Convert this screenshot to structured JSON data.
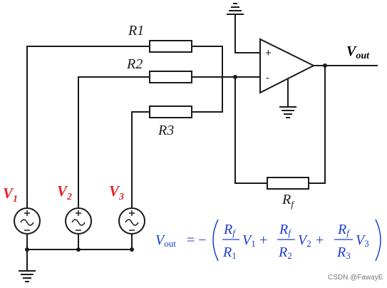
{
  "components": {
    "r1": "R1",
    "r2": "R2",
    "r3": "R3",
    "rf_main": "R",
    "rf_sub": "f",
    "v1_main": "V",
    "v1_sub": "1",
    "v2_main": "V",
    "v2_sub": "2",
    "v3_main": "V",
    "v3_sub": "3",
    "vout_main": "V",
    "vout_sub": "out",
    "plus_sign": "+",
    "minus_sign": "-"
  },
  "formula": {
    "lhs_main": "V",
    "lhs_sub": "out",
    "equals_minus": "= −",
    "t1_num_main": "R",
    "t1_num_sub": "f",
    "t1_den_main": "R",
    "t1_den_sub": "1",
    "t1_v_main": "V",
    "t1_v_sub": "1",
    "plus1": "+",
    "t2_num_main": "R",
    "t2_num_sub": "f",
    "t2_den_main": "R",
    "t2_den_sub": "2",
    "t2_v_main": "V",
    "t2_v_sub": "2",
    "plus2": "+",
    "t3_num_main": "R",
    "t3_num_sub": "f",
    "t3_den_main": "R",
    "t3_den_sub": "3",
    "t3_v_main": "V",
    "t3_v_sub": "3"
  },
  "watermark": "CSDN @FawayE",
  "colors": {
    "source_labels": "#e8202a",
    "formula": "#1f3fcf",
    "wires": "#1a1a1a"
  }
}
